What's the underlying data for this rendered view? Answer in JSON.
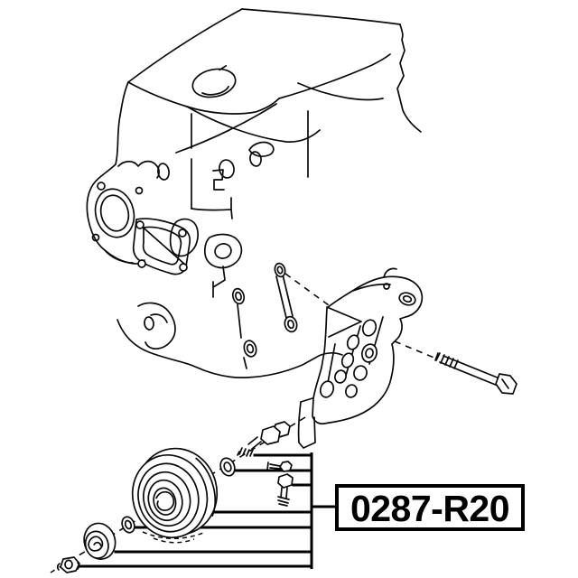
{
  "page": {
    "background_color": "#ffffff",
    "line_color": "#000000",
    "kind": "exploded-parts-line-drawing"
  },
  "callout": {
    "part_number": "0287-R20",
    "box_border_color": "#000000",
    "text_color": "#000000",
    "leader_line_count": 7
  },
  "diagram": {
    "subject": "engine-with-idler-pulley-bracket-assembly",
    "components": [
      {
        "name": "engine-block"
      },
      {
        "name": "valve-cover"
      },
      {
        "name": "oil-filler-cap"
      },
      {
        "name": "water-pump"
      },
      {
        "name": "water-pump-gasket"
      },
      {
        "name": "mounting-bracket"
      },
      {
        "name": "bracket-mount-bolt"
      },
      {
        "name": "stud-link"
      },
      {
        "name": "upper-washer"
      },
      {
        "name": "lower-washer"
      },
      {
        "name": "pivot-bolt-with-nut"
      },
      {
        "name": "outer-washer"
      },
      {
        "name": "idler-pulley"
      },
      {
        "name": "inner-washer"
      },
      {
        "name": "spacer-hub"
      },
      {
        "name": "flange-nut"
      },
      {
        "name": "small-bolt-horizontal"
      },
      {
        "name": "small-bolt-vertical"
      }
    ]
  }
}
